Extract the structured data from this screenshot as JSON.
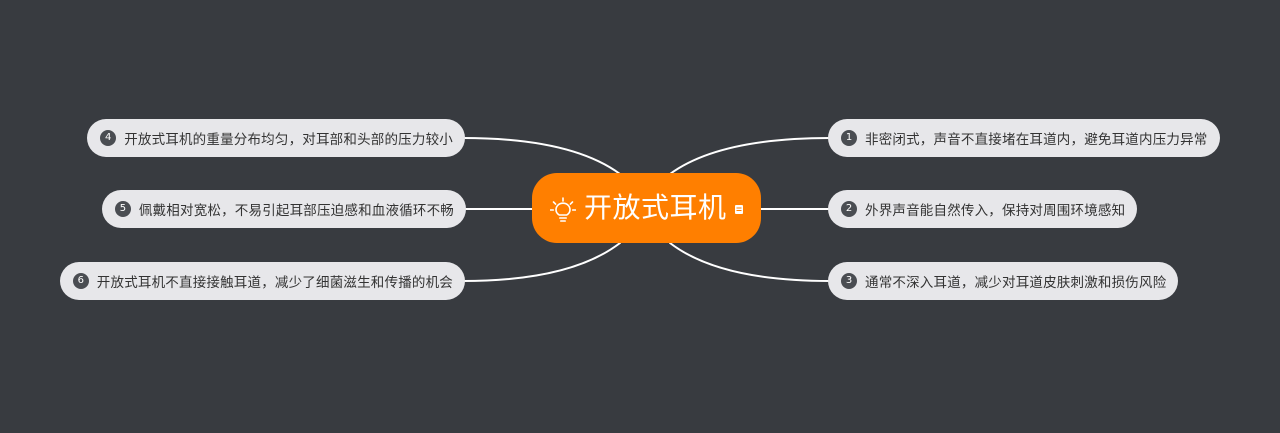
{
  "central": {
    "title": "开放式耳机",
    "color": "#ff7f00",
    "icon": "lightbulb-icon",
    "note_icon": "note-icon"
  },
  "topics": [
    {
      "id": "1",
      "text": "非密闭式，声音不直接堵在耳道内，避免耳道内压力异常"
    },
    {
      "id": "2",
      "text": "外界声音能自然传入，保持对周围环境感知"
    },
    {
      "id": "3",
      "text": "通常不深入耳道，减少对耳道皮肤刺激和损伤风险"
    },
    {
      "id": "4",
      "text": "开放式耳机的重量分布均匀，对耳部和头部的压力较小"
    },
    {
      "id": "5",
      "text": "佩戴相对宽松，不易引起耳部压迫感和血液循环不畅"
    },
    {
      "id": "6",
      "text": "开放式耳机不直接接触耳道，减少了细菌滋生和传播的机会"
    }
  ],
  "colors": {
    "background": "#383b40",
    "topic_fill": "#e7e7ea",
    "connector": "#ffffff"
  }
}
